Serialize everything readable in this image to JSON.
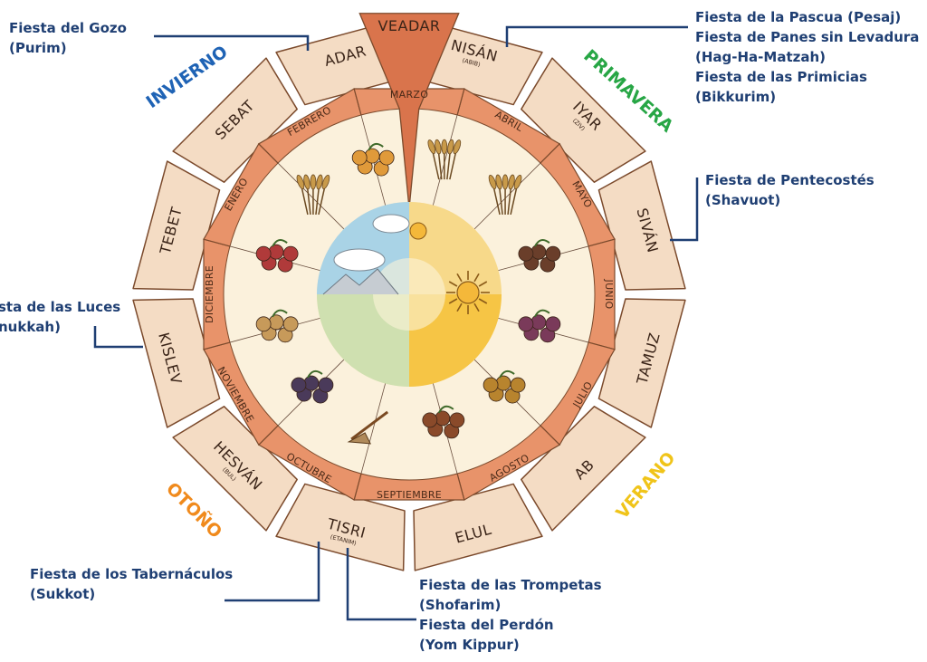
{
  "seasons": {
    "winter": {
      "label": "INVIERNO",
      "color": "#1f63b5"
    },
    "spring": {
      "label": "PRIMAVERA",
      "color": "#27a645"
    },
    "summer": {
      "label": "VERANO",
      "color": "#f0c419"
    },
    "autumn": {
      "label": "OTOÑO",
      "color": "#f08a1c"
    }
  },
  "hebrew_months": [
    {
      "name": "NISÁN",
      "sub": "(ABIB)"
    },
    {
      "name": "IYAR",
      "sub": "(ZIV)"
    },
    {
      "name": "SIVÁN",
      "sub": ""
    },
    {
      "name": "TAMUZ",
      "sub": ""
    },
    {
      "name": "AB",
      "sub": ""
    },
    {
      "name": "ELUL",
      "sub": ""
    },
    {
      "name": "TISRI",
      "sub": "(ETANIM)"
    },
    {
      "name": "HESVÁN",
      "sub": "(BUL)"
    },
    {
      "name": "KISLEV",
      "sub": ""
    },
    {
      "name": "TEBET",
      "sub": ""
    },
    {
      "name": "SEBAT",
      "sub": ""
    },
    {
      "name": "ADAR",
      "sub": ""
    }
  ],
  "extra_month": "VEADAR",
  "gregorian_months": [
    "ABRIL",
    "MAYO",
    "JUNIO",
    "JULIO",
    "AGOSTO",
    "SEPTIEMBRE",
    "OCTUBRE",
    "NOVIEMBRE",
    "DICIEMBRE",
    "ENERO",
    "FEBRERO",
    "MARZO"
  ],
  "feasts": {
    "purim": [
      "Fiesta del Gozo",
      "(Purim)"
    ],
    "pesaj": [
      "Fiesta de la Pascua (Pesaj)",
      "Fiesta de Panes sin Levadura",
      "(Hag-Ha-Matzah)",
      "Fiesta de las Primicias",
      "(Bikkurim)"
    ],
    "shavuot": [
      "Fiesta de Pentecostés",
      "(Shavuot)"
    ],
    "hanukkah": [
      "sta de las Luces",
      "nukkah)"
    ],
    "sukkot": [
      "Fiesta de los Tabernáculos",
      "(Sukkot)"
    ],
    "trumpets": [
      "Fiesta de las Trompetas",
      "(Shofarim)",
      "Fiesta del Perdón",
      "(Yom Kippur)"
    ]
  },
  "colors": {
    "outer_ring": "#f4dcc4",
    "middle_ring": "#e8936a",
    "border": "#7b4a2c",
    "veadar": "#d9744c",
    "leader": "#1f3f73"
  },
  "icons": [
    "grain-sheaf-icon",
    "sheaves-icon",
    "figs-icon",
    "grapes-icon",
    "fruit-basket-icon",
    "dates-icon",
    "plough-icon",
    "olives-icon",
    "bread-stones-icon",
    "almond-blossom-icon",
    "barley-branch-icon",
    "citrus-icon"
  ]
}
